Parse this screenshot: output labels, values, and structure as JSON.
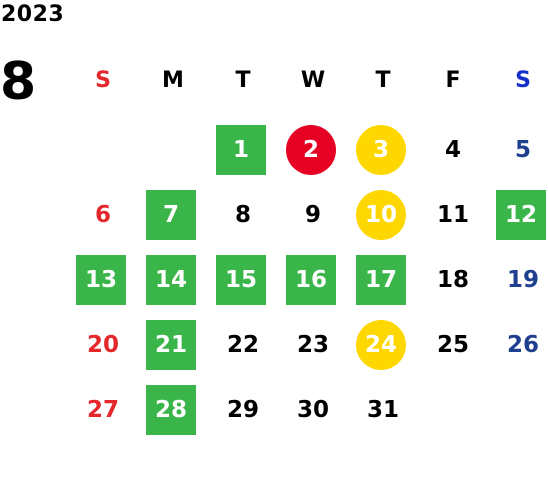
{
  "year": "2023",
  "month": "8",
  "weekdays": [
    "S",
    "M",
    "T",
    "W",
    "T",
    "F",
    "S"
  ],
  "days": {
    "d1": "1",
    "d2": "2",
    "d3": "3",
    "d4": "4",
    "d5": "5",
    "d6": "6",
    "d7": "7",
    "d8": "8",
    "d9": "9",
    "d10": "10",
    "d11": "11",
    "d12": "12",
    "d13": "13",
    "d14": "14",
    "d15": "15",
    "d16": "16",
    "d17": "17",
    "d18": "18",
    "d19": "19",
    "d20": "20",
    "d21": "21",
    "d22": "22",
    "d23": "23",
    "d24": "24",
    "d25": "25",
    "d26": "26",
    "d27": "27",
    "d28": "28",
    "d29": "29",
    "d30": "30",
    "d31": "31"
  },
  "colors": {
    "green": "#3ab54a",
    "red": "#e60023",
    "yellow": "#ffd700",
    "sunday_text": "#e4272b",
    "saturday_text": "#1f3f8f"
  }
}
